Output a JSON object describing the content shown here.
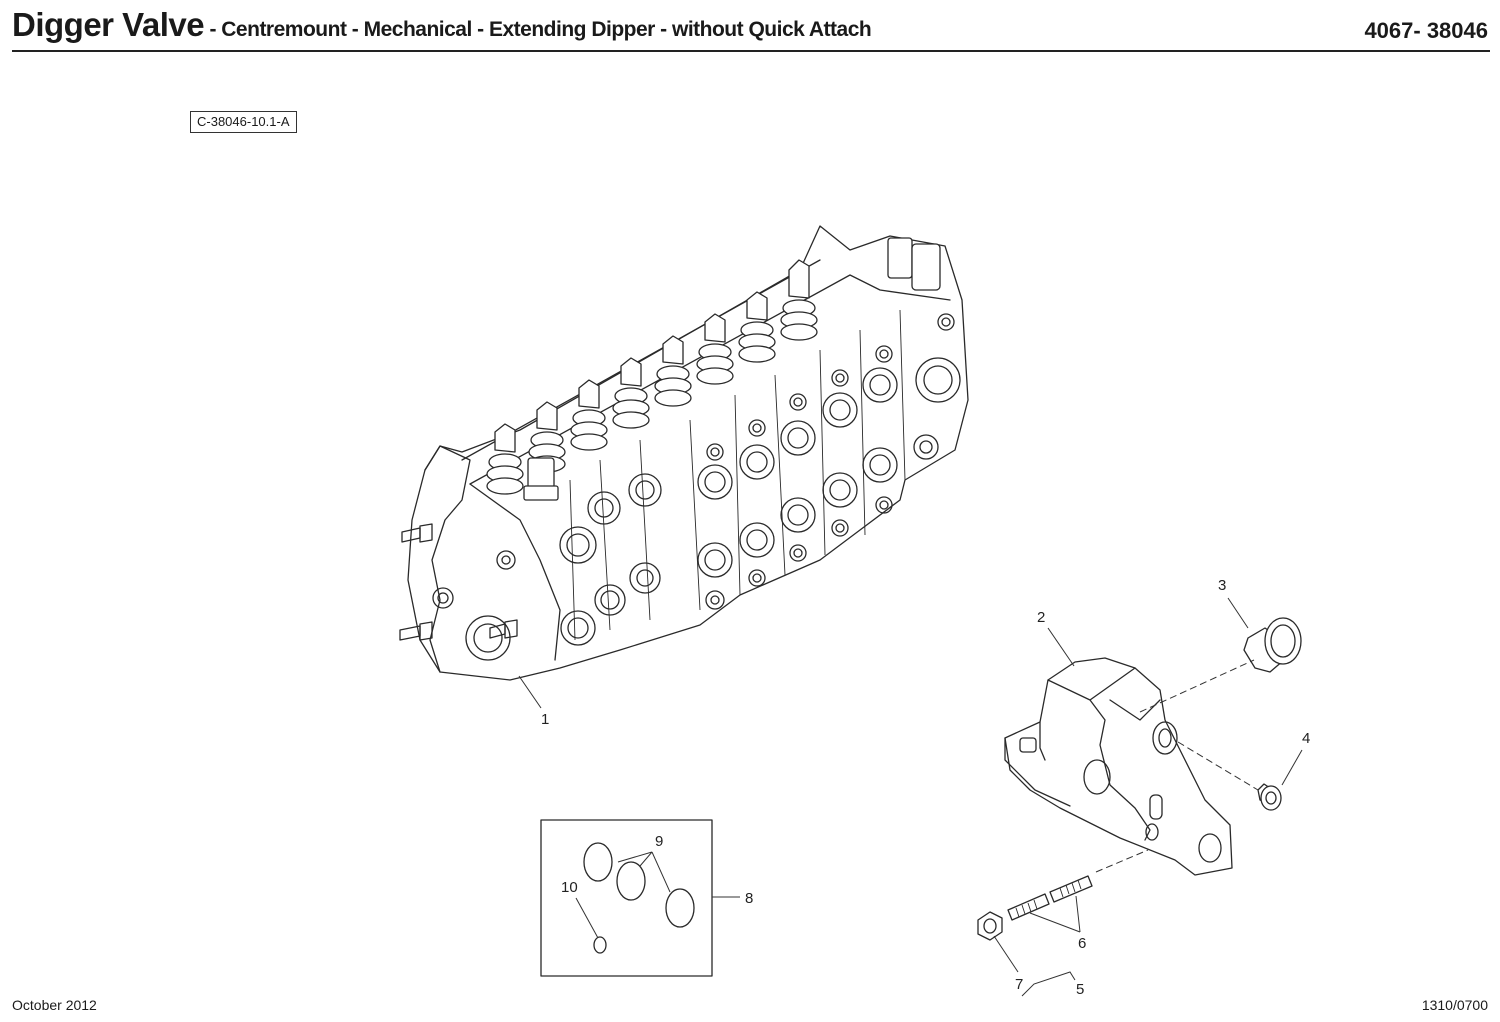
{
  "header": {
    "title": "Digger Valve",
    "subtitle": " - Centremount - Mechanical - Extending Dipper - without Quick Attach",
    "part_number": "4067- 38046"
  },
  "figure_ref": "C-38046-10.1-A",
  "callouts": {
    "c1": "1",
    "c2": "2",
    "c3": "3",
    "c4": "4",
    "c5": "5",
    "c6": "6",
    "c7": "7",
    "c8": "8",
    "c9": "9",
    "c10": "10"
  },
  "footer": {
    "date": "October 2012",
    "code": "1310/0700"
  }
}
